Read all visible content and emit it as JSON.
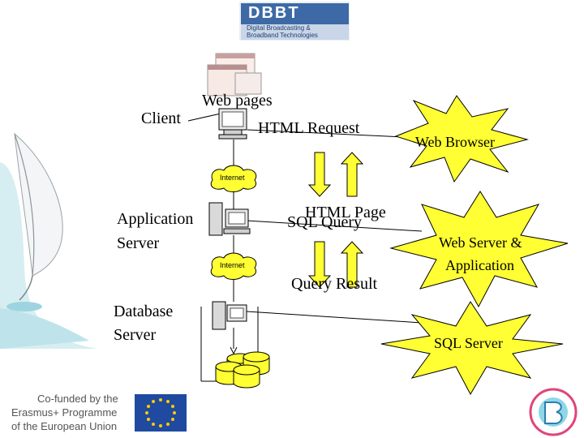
{
  "logo": {
    "title": "DBBT",
    "line1": "Digital Broadcasting &",
    "line2": "Broadband Technologies"
  },
  "diagram": {
    "client": "Client",
    "web_pages": "Web pages",
    "html_request": "HTML Request",
    "web_browser": "Web Browser",
    "internet_1": "Internet",
    "internet_2": "Internet",
    "app_server_line1": "Application",
    "app_server_line2": "Server",
    "html_page": "HTML Page",
    "sql_query": "SQL Query",
    "web_server_line1": "Web Server &",
    "web_server_line2": "Application",
    "query_result": "Query Result",
    "db_server_line1": "Database",
    "db_server_line2": "Server",
    "sql_server": "SQL Server"
  },
  "footer": {
    "cofunded_line1": "Co-funded by the",
    "cofunded_line2": "Erasmus+ Programme",
    "cofunded_line3": "of the European Union"
  },
  "colors": {
    "star": "#ffff33",
    "arrow": "#ffff33",
    "teal": "#bfe3ea",
    "logo_blue": "#3d6aa6",
    "eu_blue": "#1f4aa0",
    "gold": "#ffcc00"
  }
}
